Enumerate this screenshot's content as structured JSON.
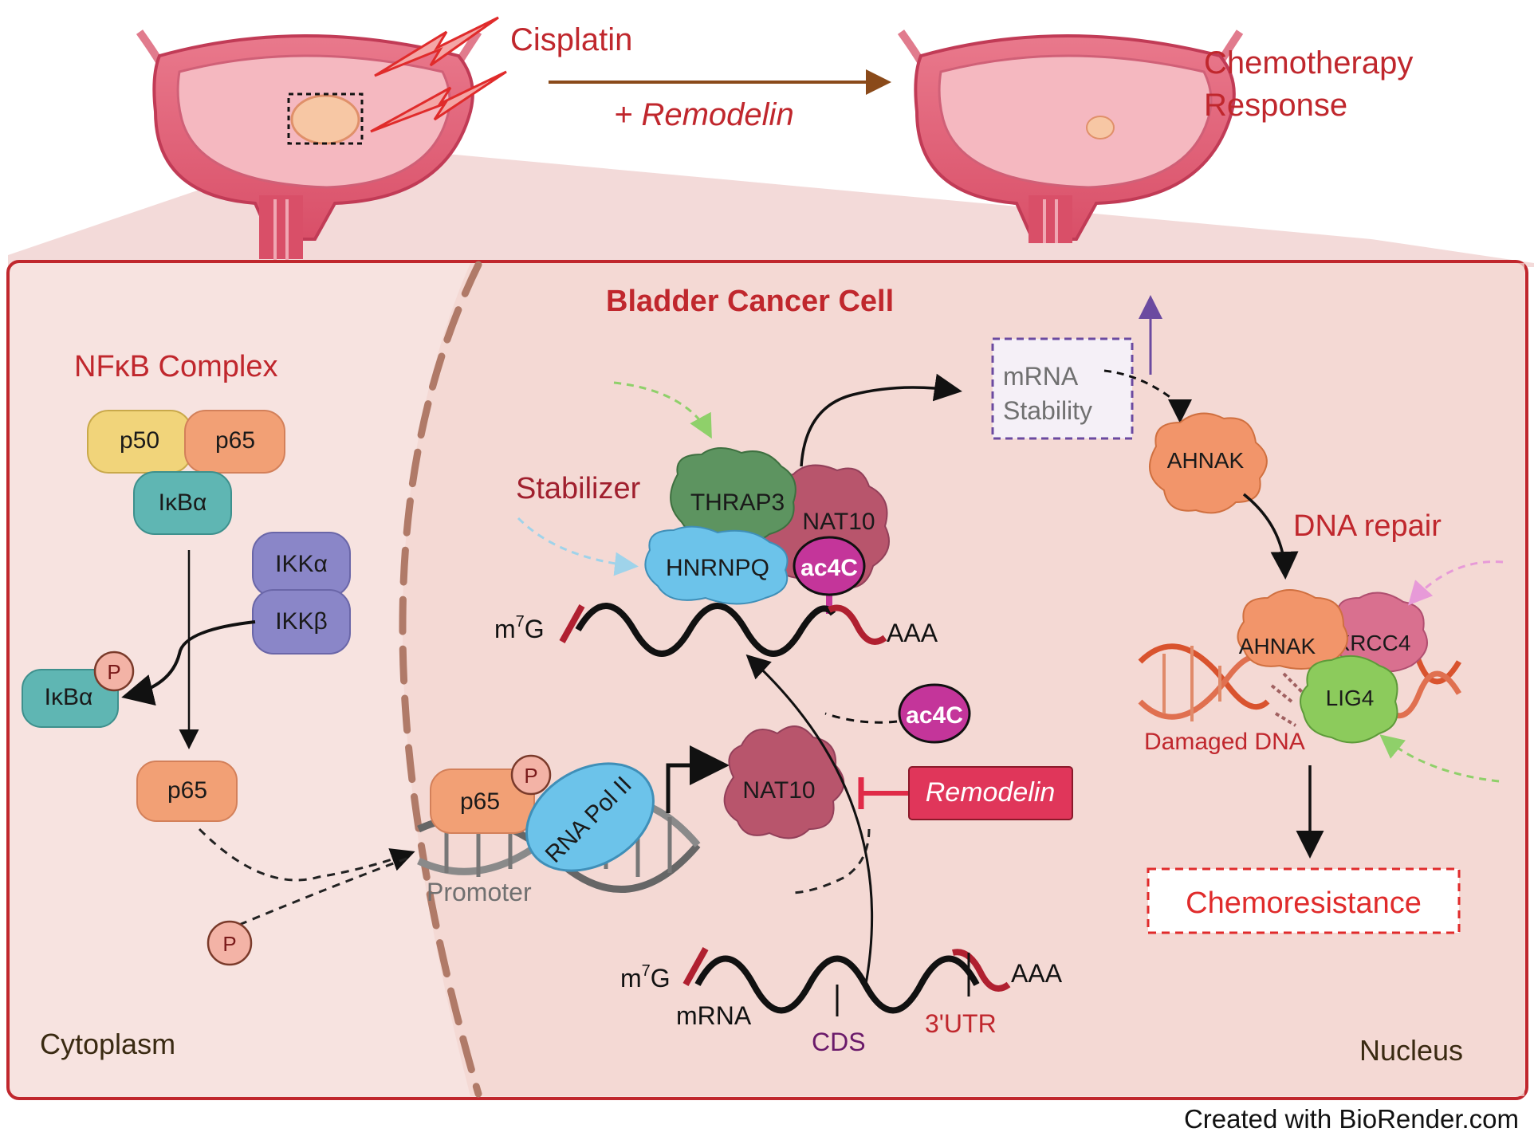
{
  "top": {
    "drug": "Cisplatin",
    "combo": "+ Remodelin",
    "outcome_line1": "Chemotherapy",
    "outcome_line2": "Response"
  },
  "cell": {
    "title": "Bladder Cancer Cell",
    "cytoplasm": "Cytoplasm",
    "nucleus": "Nucleus"
  },
  "nfkb": {
    "title": "NFκB Complex",
    "p50": "p50",
    "p65": "p65",
    "ikba": "IκBα",
    "ikka": "IKKα",
    "ikkb": "IKKβ",
    "ikba_free": "IκBα",
    "phospho": "P",
    "p65_free": "p65",
    "p_free": "P"
  },
  "transcription": {
    "p65": "p65",
    "phospho": "P",
    "polymerase": "RNA Pol II",
    "promoter": "Promoter",
    "nat10": "NAT10",
    "inhibitor": "Remodelin",
    "ac4c_free": "ac4C"
  },
  "mrna_lower": {
    "cap_base": "m",
    "cap_sup": "7",
    "cap_end": "G",
    "label": "mRNA",
    "cds": "CDS",
    "utr": "3'UTR",
    "tail": "AAA"
  },
  "complex": {
    "stabilizer": "Stabilizer",
    "thrap3": "THRAP3",
    "nat10": "NAT10",
    "hnrnpq": "HNRNPQ",
    "ac4c": "ac4C",
    "cap_base": "m",
    "cap_sup": "7",
    "cap_end": "G",
    "tail": "AAA"
  },
  "stability": {
    "line1": "mRNA",
    "line2": "Stability"
  },
  "repair": {
    "ahnak": "AHNAK",
    "dna_repair": "DNA repair",
    "ahnak2": "AHNAK",
    "xrcc4": "XRCC4",
    "lig4": "LIG4",
    "damaged": "Damaged DNA",
    "result": "Chemoresistance"
  },
  "credit": "Created with BioRender.com",
  "colors": {
    "accent_red": "#c0272d",
    "panel_fill": "#f7e3e0",
    "panel_border": "#c0272d",
    "p50": "#f1d47a",
    "p65": "#f2a075",
    "ikba": "#5fb6b3",
    "ikk": "#8a86c8",
    "nat10": "#b8556c",
    "thrap3": "#5d9460",
    "hnrnpq": "#6cc3ea",
    "ac4c": "#c4359a",
    "xrcc4": "#d9708f",
    "lig4": "#8ccb5c",
    "ahnak": "#f2956a"
  }
}
